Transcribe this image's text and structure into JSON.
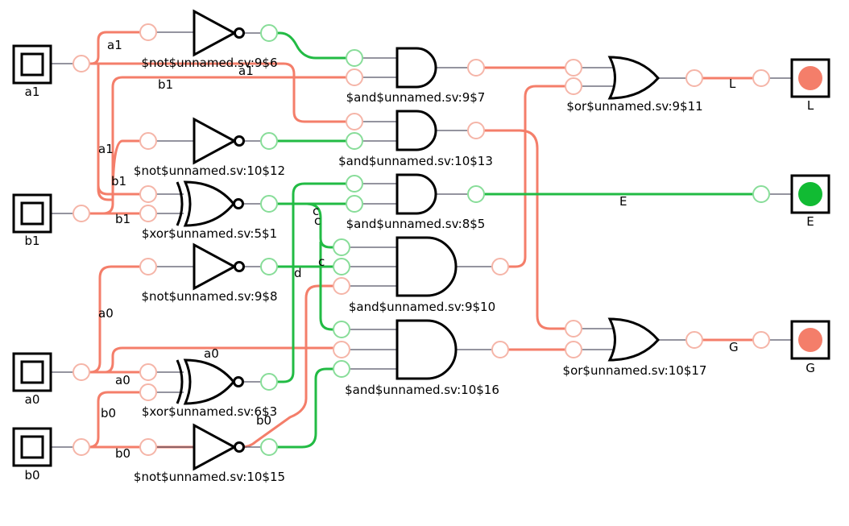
{
  "colors": {
    "high": "#f47e6a",
    "low": "#22bb44",
    "port_high": "#f5b5a8",
    "port_low": "#88dd99"
  },
  "inputs": [
    {
      "id": "a1",
      "label": "a1",
      "value": 1
    },
    {
      "id": "b1",
      "label": "b1",
      "value": 1
    },
    {
      "id": "a0",
      "label": "a0",
      "value": 1
    },
    {
      "id": "b0",
      "label": "b0",
      "value": 1
    }
  ],
  "outputs": [
    {
      "id": "L",
      "label": "L",
      "value": 1
    },
    {
      "id": "E",
      "label": "E",
      "value": 0
    },
    {
      "id": "G",
      "label": "G",
      "value": 1
    }
  ],
  "gates": [
    {
      "id": "not6",
      "type": "not",
      "label": "$not$unnamed.sv:9$6"
    },
    {
      "id": "not12",
      "type": "not",
      "label": "$not$unnamed.sv:10$12"
    },
    {
      "id": "xor1",
      "type": "xnor",
      "label": "$xor$unnamed.sv:5$1"
    },
    {
      "id": "not8",
      "type": "not",
      "label": "$not$unnamed.sv:9$8"
    },
    {
      "id": "xor3",
      "type": "xnor",
      "label": "$xor$unnamed.sv:6$3"
    },
    {
      "id": "not15",
      "type": "not",
      "label": "$not$unnamed.sv:10$15"
    },
    {
      "id": "and7",
      "type": "and",
      "label": "$and$unnamed.sv:9$7"
    },
    {
      "id": "and13",
      "type": "and",
      "label": "$and$unnamed.sv:10$13"
    },
    {
      "id": "and5",
      "type": "and",
      "label": "$and$unnamed.sv:8$5"
    },
    {
      "id": "and10",
      "type": "and",
      "label": "$and$unnamed.sv:9$10"
    },
    {
      "id": "and16",
      "type": "and",
      "label": "$and$unnamed.sv:10$16"
    },
    {
      "id": "or11",
      "type": "or",
      "label": "$or$unnamed.sv:9$11"
    },
    {
      "id": "or17",
      "type": "or",
      "label": "$or$unnamed.sv:10$17"
    }
  ],
  "net_labels": {
    "a1_not": "a1",
    "a1_and": "a1",
    "b1_and": "b1",
    "a1_not12": "a1",
    "b1_xor_top": "b1",
    "b1_xor_bot": "b1",
    "a0_not": "a0",
    "a0_and": "a0",
    "a0_xor": "a0",
    "b0_xor": "b0",
    "b0_and": "b0",
    "b0_not": "b0",
    "c1": "c",
    "c2": "c",
    "c3": "c",
    "d": "d",
    "L": "L",
    "E": "E",
    "G": "G"
  }
}
